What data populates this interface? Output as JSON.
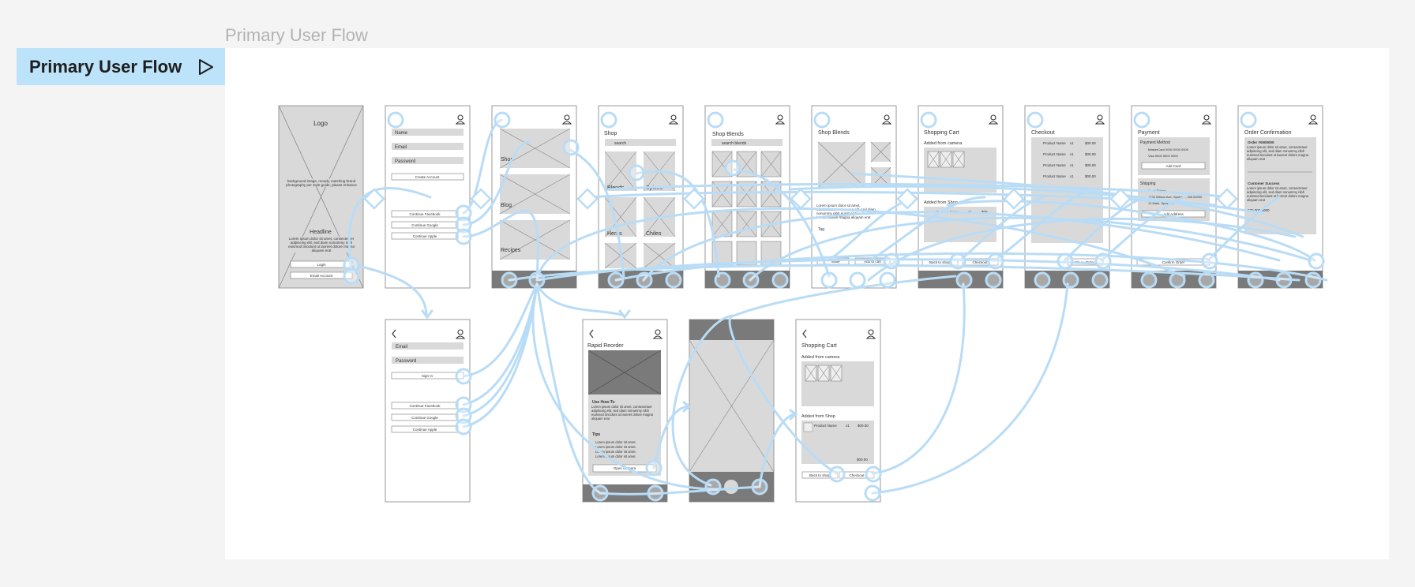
{
  "page": {
    "frame_title": "Primary User Flow",
    "flow_button_label": "Primary User Flow"
  },
  "icons": {
    "flow_play": "play-icon",
    "profile": "user-icon",
    "back": "chevron-left-icon"
  },
  "colors": {
    "background": "#f4f4f4",
    "canvas": "#ffffff",
    "flow_button": "#bde3fb",
    "connector": "#b9dcf6",
    "wireframe_fill": "#d9d9d9",
    "wireframe_dark": "#7a7a7a"
  },
  "screens": {
    "splash": {
      "logo": "Logo",
      "bg_caption": "background image, moody, matching brand photography per style guide, please enhance",
      "headline": "Headline",
      "body": "Lorem ipsum dolor sit amet, consectetuer adipiscing elit, sed diam nonummy nibh euismod tincidunt ut laoreet dolore magna aliquam erat",
      "btn_login": "Login",
      "btn_create": "Email Account"
    },
    "signup": {
      "name": "Name",
      "email": "Email",
      "password": "Password",
      "btn_create": "Create Account",
      "btn_fb": "Continue Facebook",
      "btn_google": "Continue Google",
      "btn_apple": "Continue Apple"
    },
    "home": {
      "shop": "Shop",
      "blog": "Blog",
      "recipes": "Recipes"
    },
    "shop": {
      "title": "Shop",
      "search": "search",
      "blends": "Blends",
      "spices": "Spices",
      "herbs": "Herbs",
      "chiles": "Chiles"
    },
    "shop_blends": {
      "title": "Shop Blends",
      "search": "search blends"
    },
    "blend_detail": {
      "title": "Shop Blends",
      "desc": "Lorem ipsum dolor sit amet, consectetuer adipiscing elit, sed diam nonummy nibh euismod tincidunt ut laoreet dolore magna aliquam erat",
      "tag": "Tag",
      "btn_qty": "Value",
      "btn_add": "Add to cart"
    },
    "cart": {
      "title": "Shopping Cart",
      "from_camera": "Added from camera",
      "from_shop": "Added from Shop",
      "item": "Product Name",
      "qty": "x1",
      "price": "$00",
      "btn_back": "Back to shop",
      "btn_checkout": "Checkout"
    },
    "checkout": {
      "title": "Checkout",
      "item": "Product Name",
      "qty": "x1",
      "price": "$00.00",
      "btn_place": "Place Order"
    },
    "payment": {
      "title": "Payment",
      "method": "Payment Method",
      "card1": "MasterCard 0000 0000 0000",
      "card2": "Visa 0000 0000 0000",
      "btn_add_card": "Add Card",
      "shipping": "Shipping",
      "addr1": "Send Pickup",
      "addr2": "1234 Wilson Ave, Spokane, WA 00000",
      "addr3": "12 Main, Spokane, WA 99201",
      "btn_add_addr": "Add Address",
      "btn_confirm": "Confirm Order"
    },
    "confirmation": {
      "title": "Order Confirmation",
      "order": "Order #0000000",
      "body": "Lorem ipsum dolor sit amet, consectetuer adipiscing elit, sed diam nonummy nibh euismod tincidunt ut laoreet dolore magna aliquam erat",
      "cs": "Customer Success",
      "cs_body": "Lorem ipsum dolor sit amet, consectetuer adipiscing elit, sed diam nonummy nibh euismod tincidunt ut laoreet dolore magna aliquam erat",
      "phone": "509.000.0000"
    },
    "login": {
      "email": "Email",
      "password": "Password",
      "btn_signin": "Sign In",
      "btn_fb": "Continue Facebook",
      "btn_google": "Continue Google",
      "btn_apple": "Continue Apple"
    },
    "reorder": {
      "title": "Rapid Reorder",
      "howto": "Use How-To",
      "howto_body": "Lorem ipsum dolor sit amet, consectetuer adipiscing elit, sed diam nonummy nibh euismod tincidunt ut laoreet dolore magna aliquam erat",
      "tips": "Tips",
      "tip1": "Lorem ipsum dolor sit amet.",
      "tip2": "Lorem ipsum dolor sit amet.",
      "tip3": "Lorem ipsum dolor sit amet.",
      "tip4": "Lorem ipsum dolor sit amet.",
      "btn_camera": "Open Camera"
    },
    "cart2": {
      "title": "Shopping Cart",
      "from_camera": "Added from camera",
      "from_shop": "Added from Shop",
      "item": "Product Name",
      "qty": "x1",
      "price": "$00.00",
      "total": "$00.00",
      "btn_back": "Back to shop",
      "btn_checkout": "Checkout"
    }
  }
}
